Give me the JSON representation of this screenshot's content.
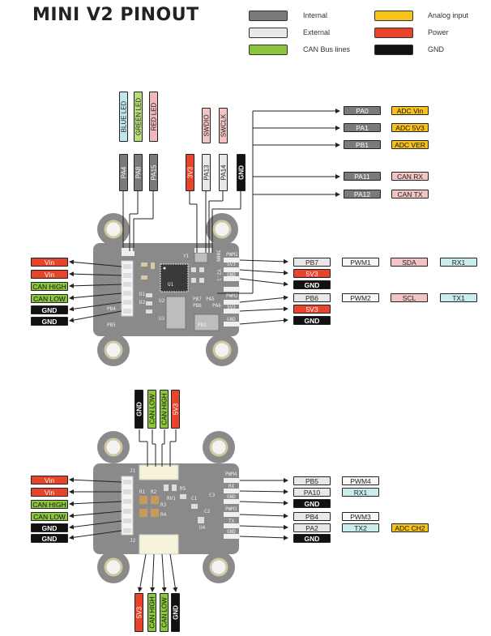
{
  "title": "MINI V2 PINOUT",
  "legend": [
    {
      "label": "Internal",
      "cls": "internal"
    },
    {
      "label": "Analog input",
      "cls": "analog"
    },
    {
      "label": "External",
      "cls": "external"
    },
    {
      "label": "Power",
      "cls": "power"
    },
    {
      "label": "CAN Bus lines",
      "cls": "can"
    },
    {
      "label": "GND",
      "cls": "gnd"
    }
  ],
  "board1": {
    "top_leds": [
      "BLUE LED",
      "GREEN LED",
      "RED LED"
    ],
    "top_pins": [
      "PA4",
      "PA8",
      "PA15"
    ],
    "debug_labels": [
      "SWDIO",
      "SWCLK"
    ],
    "debug_pins": [
      "3V3",
      "PA13",
      "PA14",
      "GND"
    ],
    "right_top": [
      {
        "pin": "PA0",
        "func": "ADC Vin"
      },
      {
        "pin": "PA1",
        "func": "ADC 5V3"
      },
      {
        "pin": "PB1",
        "func": "ADC VER"
      },
      {
        "pin": "PA11",
        "func": "CAN RX"
      },
      {
        "pin": "PA12",
        "func": "CAN TX"
      }
    ],
    "left": [
      "Vin",
      "Vin",
      "CAN HIGH",
      "CAN LOW",
      "GND",
      "GND"
    ],
    "right": [
      {
        "pin": "PB7",
        "f1": "PWM1",
        "f2": "SDA",
        "f3": "RX1"
      },
      {
        "pin": "5V3"
      },
      {
        "pin": "GND"
      },
      {
        "pin": "PB6",
        "f1": "PWM2",
        "f2": "SCL",
        "f3": "TX1"
      },
      {
        "pin": "5V3"
      },
      {
        "pin": "GND"
      }
    ],
    "pcb_pads": [
      "PWM1",
      "5V3",
      "GND",
      "PWM2",
      "5V3",
      "GND"
    ],
    "pcb_marks": [
      "U1",
      "Y1",
      "V2.1",
      "300N",
      "U2",
      "U3",
      "D1",
      "D2",
      "PB7",
      "PB6",
      "PA6",
      "PA5",
      "PB4",
      "PB5",
      "PB3"
    ]
  },
  "board2": {
    "top": [
      "GND",
      "CAN LOW",
      "CAN HIGH",
      "5V3"
    ],
    "bottom": [
      "5V3",
      "CAN HIGH",
      "CAN LOW",
      "GND"
    ],
    "left": [
      "Vin",
      "Vin",
      "CAN HIGH",
      "CAN LOW",
      "GND",
      "GND"
    ],
    "right": [
      {
        "pin": "PB5",
        "f1": "PWM4"
      },
      {
        "pin": "PA10",
        "f1": "RX1"
      },
      {
        "pin": "GND"
      },
      {
        "pin": "PB4",
        "f1": "PWM3"
      },
      {
        "pin": "PA2",
        "f1": "TX2",
        "f2": "ADC CH2"
      },
      {
        "pin": "GND"
      }
    ],
    "pcb_pads": [
      "PWM4",
      "RX",
      "GND",
      "PWM3",
      "TX",
      "GND"
    ],
    "pcb_marks": [
      "R1",
      "R2",
      "R3",
      "R4",
      "R5",
      "C1",
      "C2",
      "C3",
      "J1",
      "J2",
      "U4",
      "RV1"
    ]
  }
}
